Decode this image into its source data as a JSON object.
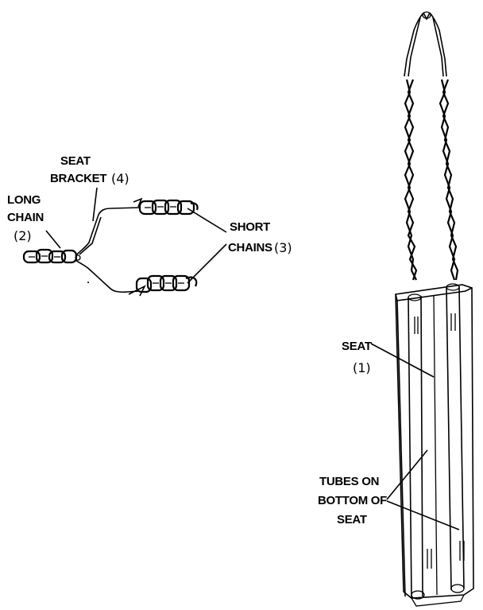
{
  "labels": {
    "seat_bracket_line1": "SEAT",
    "seat_bracket_line2": "BRACKET",
    "seat_bracket_num": "(4)",
    "long_chain_line1": "LONG",
    "long_chain_line2": "CHAIN",
    "long_chain_num": "(2)",
    "short_chains_line1": "SHORT",
    "short_chains_line2": "CHAINS",
    "short_chains_num": "(3)",
    "seat": "SEAT",
    "seat_num": "(1)",
    "tubes_line1": "TUBES ON",
    "tubes_line2": "BOTTOM OF",
    "tubes_line3": "SEAT"
  }
}
